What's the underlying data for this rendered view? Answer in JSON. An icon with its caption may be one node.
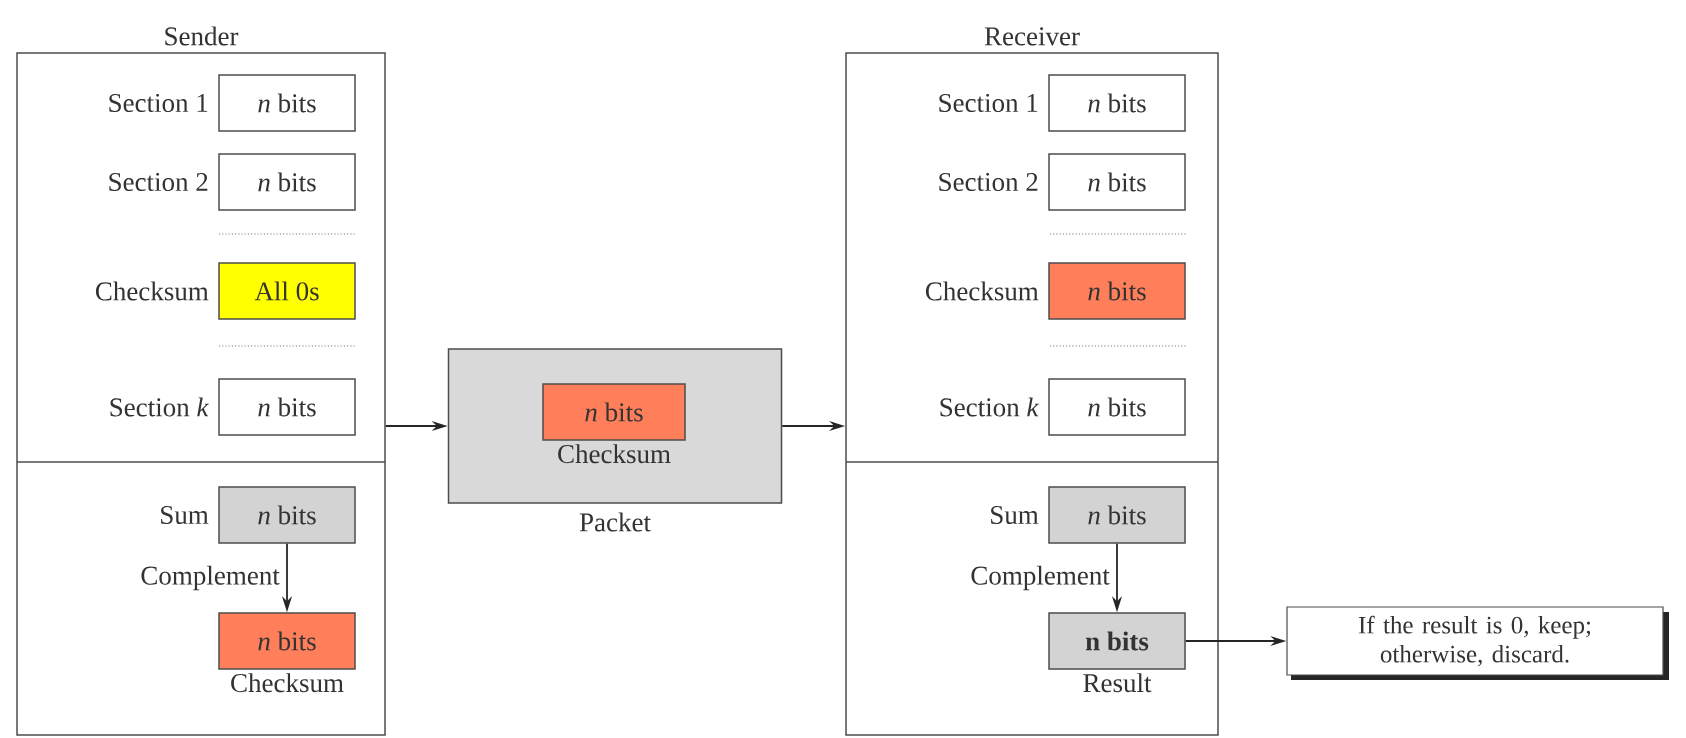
{
  "diagram": {
    "nodes": [
      {
        "text": [
          "Sender"
        ]
      },
      {
        "text": [
          "*n* bits"
        ],
        "beside": [
          "Section 1"
        ],
        "in": 0
      },
      {
        "text": [
          "*n* bits"
        ],
        "beside": [
          "Section 2"
        ],
        "in": 0
      },
      {
        "text": [
          "All 0s"
        ],
        "beside": [
          "Checksum"
        ],
        "in": 0
      },
      {
        "text": [
          "*n* bits"
        ],
        "beside": [
          "Section *k*"
        ],
        "in": 0
      },
      {
        "text": [
          "*n* bits"
        ],
        "beside": [
          "Sum"
        ],
        "in": 0
      },
      {
        "text": [
          "*n* bits"
        ],
        "beside": [
          "Checksum"
        ],
        "in": 0
      },
      {
        "text": [
          "Packet"
        ]
      },
      {
        "text": [
          "*n* bits"
        ],
        "beside": [
          "Checksum"
        ],
        "in": 7
      },
      {
        "text": [
          "Receiver"
        ]
      },
      {
        "text": [
          "*n* bits"
        ],
        "beside": [
          "Section 1"
        ],
        "in": 9
      },
      {
        "text": [
          "*n* bits"
        ],
        "beside": [
          "Section 2"
        ],
        "in": 9
      },
      {
        "text": [
          "*n* bits"
        ],
        "beside": [
          "Checksum"
        ],
        "in": 9
      },
      {
        "text": [
          "*n* bits"
        ],
        "beside": [
          "Section *k*"
        ],
        "in": 9
      },
      {
        "text": [
          "*n* bits"
        ],
        "beside": [
          "Sum"
        ],
        "in": 9
      },
      {
        "text": [
          "n bits"
        ],
        "beside": [
          "Result"
        ],
        "in": 9
      },
      {
        "text": [
          "If the result is 0, keep; otherwise, discard."
        ]
      }
    ],
    "edges": [
      {
        "from": 5,
        "to": 6,
        "arrow": "to",
        "label": "Complement"
      },
      {
        "from": 0,
        "to": 7,
        "arrow": "to"
      },
      {
        "from": 7,
        "to": 9,
        "arrow": "to"
      },
      {
        "from": 14,
        "to": 15,
        "arrow": "to",
        "label": "Complement"
      },
      {
        "from": 15,
        "to": 16,
        "arrow": "to"
      }
    ]
  }
}
